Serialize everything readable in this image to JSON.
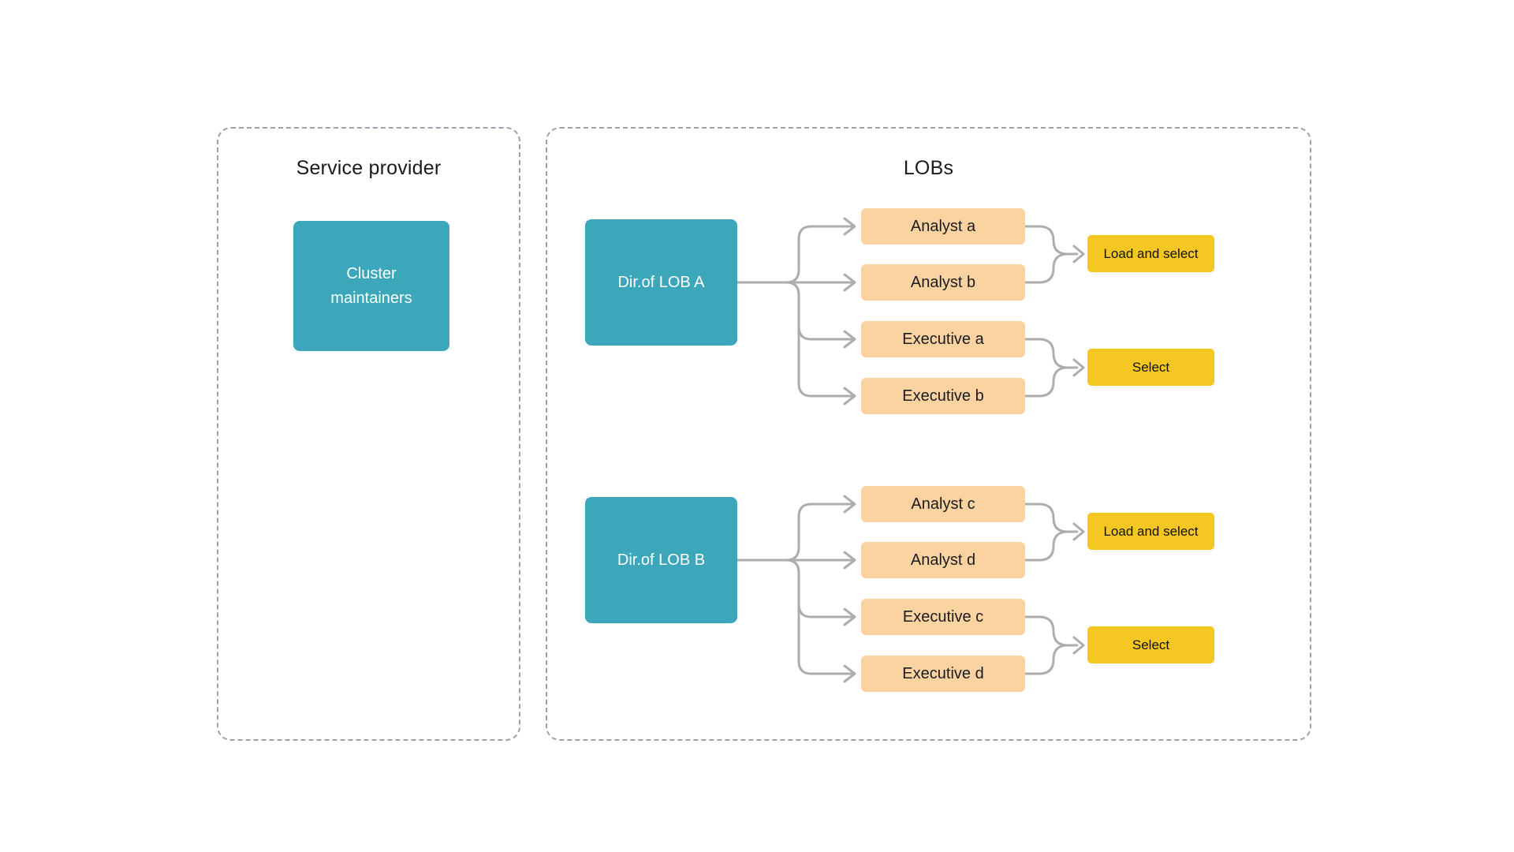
{
  "colors": {
    "teal": "#3CA7BB",
    "orange": "#FAD3A1",
    "yellow": "#F5C722",
    "connector": "#ADADAD",
    "dash": "#9AA2B2",
    "text-dark": "#1B1B1F",
    "text-light": "#FFFFFF"
  },
  "service_provider": {
    "title": "Service provider",
    "cluster_box": {
      "line1": "Cluster",
      "line2": "maintainers"
    }
  },
  "lobs": {
    "title": "LOBs",
    "groups": [
      {
        "director": "Dir.of LOB A",
        "members": [
          "Analyst a",
          "Analyst b",
          "Executive a",
          "Executive b"
        ],
        "actions": [
          "Load and select",
          "Select"
        ]
      },
      {
        "director": "Dir.of LOB B",
        "members": [
          "Analyst c",
          "Analyst d",
          "Executive c",
          "Executive d"
        ],
        "actions": [
          "Load and select",
          "Select"
        ]
      }
    ]
  }
}
